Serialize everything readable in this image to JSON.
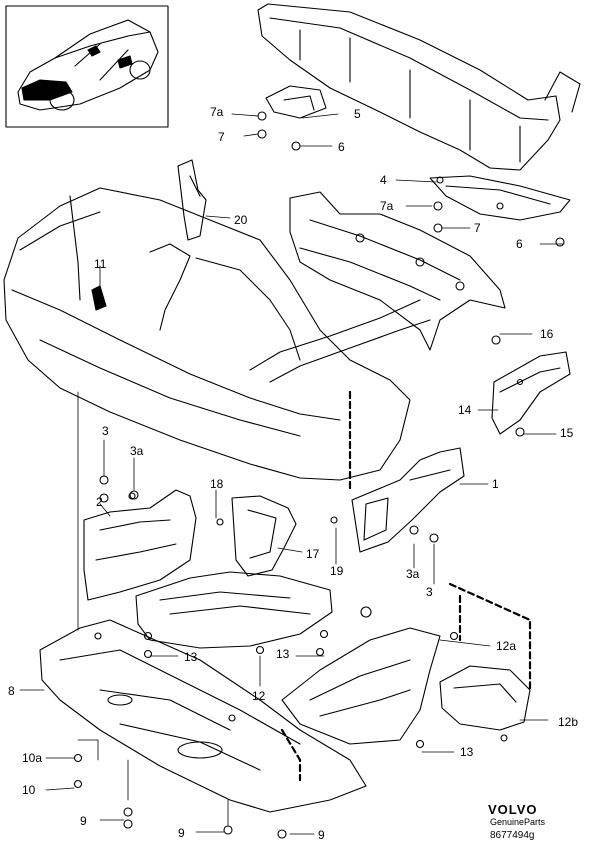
{
  "diagram": {
    "labels": {
      "c_7a_top": "7a",
      "c_7_top": "7",
      "c_5": "5",
      "c_6_top": "6",
      "c_4": "4",
      "c_7a_mid": "7a",
      "c_7_mid": "7",
      "c_6_mid": "6",
      "c_20": "20",
      "c_11": "11",
      "c_16": "16",
      "c_14": "14",
      "c_15": "15",
      "c_3_left": "3",
      "c_3a_left": "3a",
      "c_2": "2",
      "c_18": "18",
      "c_1": "1",
      "c_17": "17",
      "c_19": "19",
      "c_3a_right": "3a",
      "c_3_right": "3",
      "c_12a": "12a",
      "c_13_left": "13",
      "c_13_mid": "13",
      "c_12": "12",
      "c_8": "8",
      "c_12b": "12b",
      "c_10a": "10a",
      "c_13_right": "13",
      "c_10": "10",
      "c_9_left": "9",
      "c_9_mid": "9",
      "c_9_right": "9"
    },
    "brand": {
      "name": "VOLVO",
      "subtitle": "GenuineParts",
      "code": "8677494g"
    }
  }
}
